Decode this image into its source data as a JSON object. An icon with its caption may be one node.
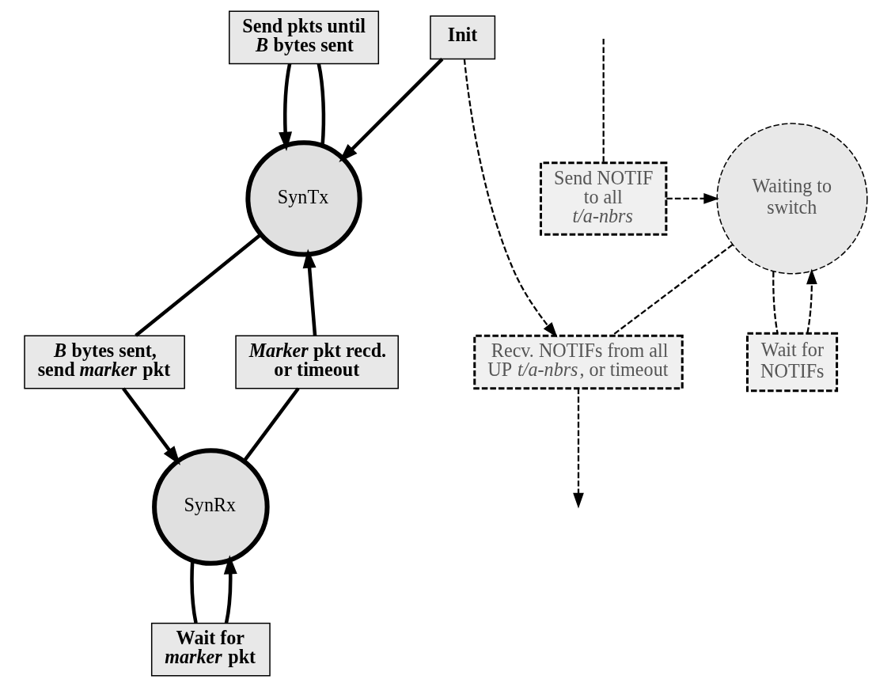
{
  "diagram": {
    "nodes": [
      {
        "text": [
          "Send pkts until *B* bytes sent"
        ]
      },
      {
        "text": [
          "Init"
        ]
      },
      {
        "text": [
          "SynTx"
        ]
      },
      {
        "text": [
          "Recv. NOTIFs from all UP *t/a-nbrs*, or timeout"
        ]
      },
      {
        "text": [
          "*B* bytes sent, send *marker* pkt"
        ]
      },
      {
        "text": [
          "*Marker* pkt recd. or timeout"
        ]
      },
      {
        "text": [
          "Send NOTIF to all *t/a-nbrs*"
        ]
      },
      {
        "text": [
          "Waiting to switch"
        ]
      },
      {
        "text": [
          "SynRx"
        ]
      },
      {
        "text": [
          "Wait for *marker* pkt"
        ]
      },
      {
        "text": [
          "Wait for NOTIFs"
        ]
      }
    ],
    "edges": [
      {
        "from": 1,
        "to": 2,
        "arrow": "to"
      },
      {
        "from": 2,
        "to": 0,
        "arrow": "none"
      },
      {
        "from": 0,
        "to": 2,
        "arrow": "to"
      },
      {
        "from": 2,
        "to": 4,
        "arrow": "none"
      },
      {
        "from": 4,
        "to": 8,
        "arrow": "to"
      },
      {
        "from": 8,
        "to": 5,
        "arrow": "none"
      },
      {
        "from": 5,
        "to": 2,
        "arrow": "to"
      },
      {
        "from": 8,
        "to": 9,
        "arrow": "none"
      },
      {
        "from": 9,
        "to": 8,
        "arrow": "to"
      },
      {
        "from": 1,
        "to": 3,
        "arrow": "to",
        "style": "dashed"
      },
      {
        "from": 3,
        "to": null,
        "arrow": "to",
        "style": "dashed"
      },
      {
        "from": null,
        "to": 6,
        "arrow": "none",
        "style": "dashed"
      },
      {
        "from": 6,
        "to": 7,
        "arrow": "to",
        "style": "dashed"
      },
      {
        "from": 7,
        "to": 3,
        "arrow": "none",
        "style": "dashed"
      },
      {
        "from": 7,
        "to": 10,
        "arrow": "none",
        "style": "dashed"
      },
      {
        "from": 10,
        "to": 7,
        "arrow": "to",
        "style": "dashed"
      }
    ]
  }
}
